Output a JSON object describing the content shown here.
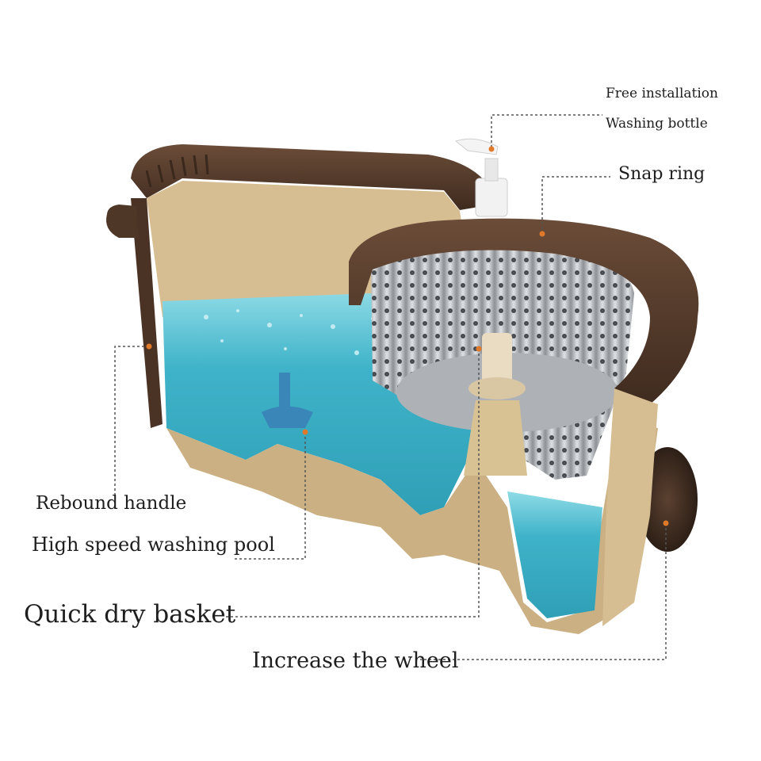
{
  "labels": {
    "free_installation": "Free installation",
    "washing_bottle": "Washing bottle",
    "snap_ring": "Snap ring",
    "rebound_handle": "Rebound handle",
    "high_speed_washing_pool": "High speed washing pool",
    "quick_dry_basket": "Quick dry basket",
    "increase_the_wheel": "Increase the wheel"
  },
  "colors": {
    "bucket_shell": "#5a3f2e",
    "bucket_inner": "#d6bd92",
    "water": "#3fb3c9",
    "water_light": "#8fdbe6",
    "basket_steel": "#b8bcc0",
    "leader_dot": "#e07a2a",
    "leader_line": "#555555",
    "text": "#1e1e1e"
  }
}
